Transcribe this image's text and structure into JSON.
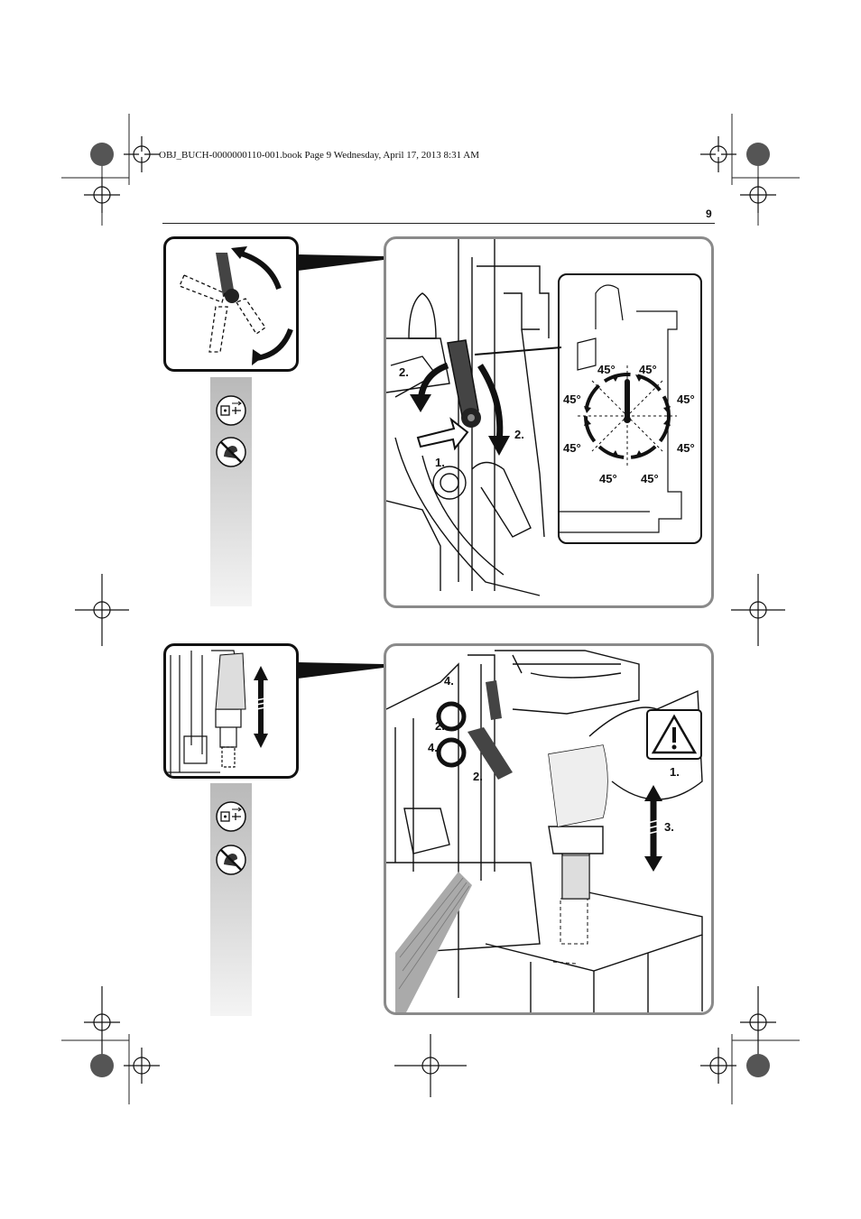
{
  "header": {
    "file_line": "OBJ_BUCH-0000000110-001.book  Page 9  Wednesday, April 17, 2013  8:31 AM",
    "page_number": "9"
  },
  "figure_top": {
    "step_labels": [
      "2.",
      "2.",
      "1."
    ],
    "angle_labels": [
      "45°",
      "45°",
      "45°",
      "45°",
      "45°",
      "45°",
      "45°",
      "45°"
    ]
  },
  "figure_bottom": {
    "step_labels": [
      "4.",
      "2.",
      "4.",
      "2.",
      "1.",
      "3."
    ]
  },
  "icons": [
    "unplug-icon",
    "no-hand-icon",
    "unplug-icon",
    "no-hand-icon",
    "warning-icon",
    "registration-mark-icon"
  ]
}
